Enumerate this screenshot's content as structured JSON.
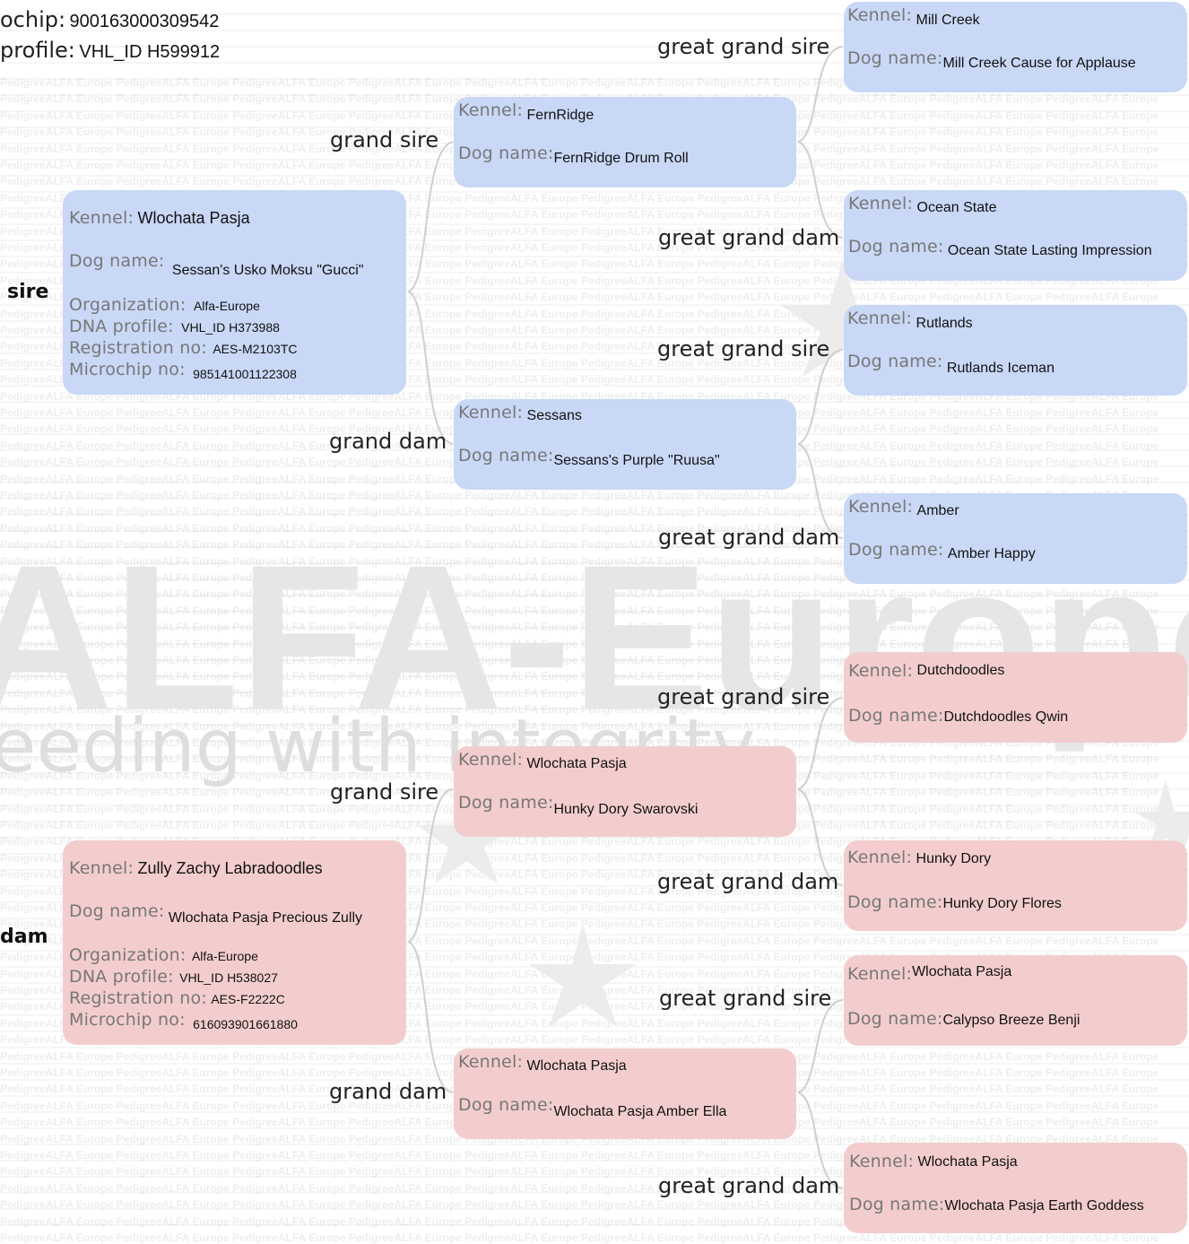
{
  "header": {
    "microchip_label": "ochip:",
    "microchip_value": "900163000309542",
    "dna_label": "profile:",
    "dna_value": "VHL_ID H599912"
  },
  "watermark": {
    "brand": "ALFA-Europe",
    "tagline": "eeding with integrity",
    "pattern_text": "PedigreeALFA Europe"
  },
  "labels": {
    "kennel": "Kennel:",
    "dog_name": "Dog name:",
    "organization": "Organization:",
    "dna_profile": "DNA profile:",
    "registration_no": "Registration no:",
    "microchip_no": "Microchip no:",
    "sire": "sire",
    "dam": "dam",
    "grand_sire": "grand sire",
    "grand_dam": "grand dam",
    "great_grand_sire": "great grand sire",
    "great_grand_dam": "great grand dam"
  },
  "sire": {
    "kennel": "Wlochata Pasja",
    "dog_name": "Sessan's Usko Moksu \"Gucci\"",
    "organization": "Alfa-Europe",
    "dna_profile": "VHL_ID H373988",
    "registration_no": "AES-M2103TC",
    "microchip_no": "985141001122308"
  },
  "dam": {
    "kennel": "Zully Zachy Labradoodles",
    "dog_name": "Wlochata Pasja Precious Zully",
    "organization": "Alfa-Europe",
    "dna_profile": "VHL_ID H538027",
    "registration_no": "AES-F2222C",
    "microchip_no": "616093901661880"
  },
  "grandparents": [
    {
      "kennel": "FernRidge",
      "dog_name": "FernRidge Drum Roll"
    },
    {
      "kennel": "Sessans",
      "dog_name": "Sessans's Purple \"Ruusa\""
    },
    {
      "kennel": "Wlochata Pasja",
      "dog_name": "Hunky Dory Swarovski"
    },
    {
      "kennel": "Wlochata Pasja",
      "dog_name": "Wlochata Pasja Amber Ella"
    }
  ],
  "great_grandparents": [
    {
      "kennel": "Mill Creek",
      "dog_name": "Mill Creek Cause for Applause"
    },
    {
      "kennel": "Ocean State",
      "dog_name": "Ocean State Lasting Impression"
    },
    {
      "kennel": "Rutlands",
      "dog_name": "Rutlands Iceman"
    },
    {
      "kennel": "Amber",
      "dog_name": "Amber Happy"
    },
    {
      "kennel": "Dutchdoodles",
      "dog_name": "Dutchdoodles Qwin"
    },
    {
      "kennel": "Hunky Dory",
      "dog_name": "Hunky Dory Flores"
    },
    {
      "kennel": "Wlochata Pasja",
      "dog_name": "Calypso Breeze Benji"
    },
    {
      "kennel": "Wlochata Pasja",
      "dog_name": "Wlochata Pasja Earth Goddess"
    }
  ],
  "colors": {
    "male_box": "#c8d8f6",
    "female_box": "#f3cdcd",
    "connector": "#cccccc"
  }
}
